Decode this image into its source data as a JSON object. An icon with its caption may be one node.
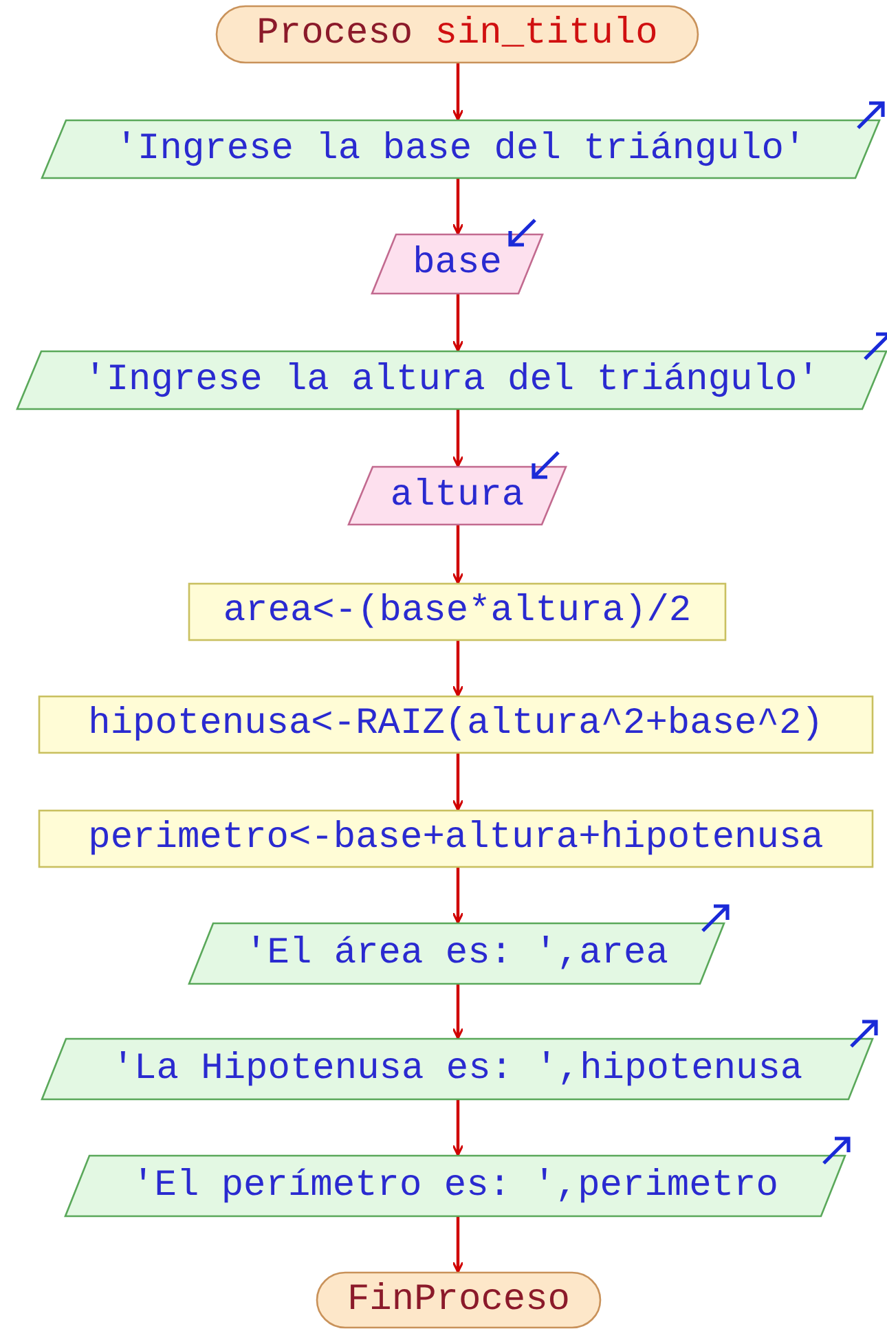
{
  "diagram": {
    "nodes": [
      {
        "text": [
          "Proceso",
          "sin_titulo"
        ]
      },
      {
        "text": [
          "'Ingrese la base del triángulo'"
        ]
      },
      {
        "text": [
          "base"
        ]
      },
      {
        "text": [
          "'Ingrese la altura del triángulo'"
        ]
      },
      {
        "text": [
          "altura"
        ]
      },
      {
        "text": [
          "area<-(base*altura)/2"
        ]
      },
      {
        "text": [
          "hipotenusa<-RAIZ(altura^2+base^2)"
        ]
      },
      {
        "text": [
          "perimetro<-base+altura+hipotenusa"
        ]
      },
      {
        "text": [
          "'El área es: ',area"
        ]
      },
      {
        "text": [
          "'La Hipotenusa es: ',hipotenusa"
        ]
      },
      {
        "text": [
          "'El perímetro es: ',perimetro"
        ]
      },
      {
        "text": [
          "FinProceso"
        ]
      }
    ],
    "edges": [
      {
        "from": 0,
        "to": 1,
        "arrow": "to"
      },
      {
        "from": 1,
        "to": 2,
        "arrow": "to"
      },
      {
        "from": 2,
        "to": 3,
        "arrow": "to"
      },
      {
        "from": 3,
        "to": 4,
        "arrow": "to"
      },
      {
        "from": 4,
        "to": 5,
        "arrow": "to"
      },
      {
        "from": 5,
        "to": 6,
        "arrow": "to"
      },
      {
        "from": 6,
        "to": 7,
        "arrow": "to"
      },
      {
        "from": 7,
        "to": 8,
        "arrow": "to"
      },
      {
        "from": 8,
        "to": 9,
        "arrow": "to"
      },
      {
        "from": 9,
        "to": 10,
        "arrow": "to"
      },
      {
        "from": 10,
        "to": 11,
        "arrow": "to"
      }
    ]
  }
}
